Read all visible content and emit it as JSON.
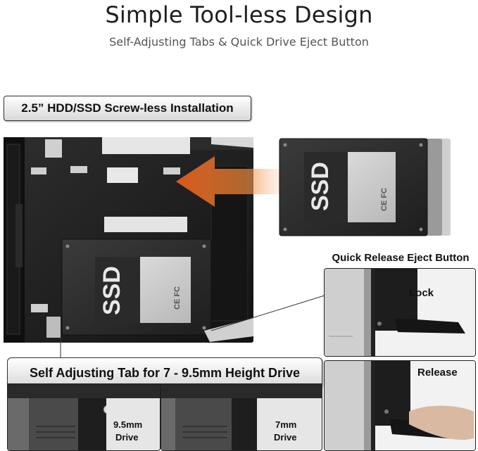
{
  "header": {
    "title": "Simple Tool-less Design",
    "subtitle": "Self-Adjusting Tabs & Quick Drive Eject Button"
  },
  "labels": {
    "install": "2.5” HDD/SSD Screw-less Installation",
    "adjust": "Self Adjusting Tab for 7 - 9.5mm Height Drive",
    "eject": "Quick Release Eject Button"
  },
  "drive": {
    "text": "SSD",
    "marks": "CE FC"
  },
  "eject_panels": {
    "lock": "Lock",
    "release": "Release"
  },
  "tab_panels": {
    "tall": {
      "line1": "9.5mm",
      "line2": "Drive"
    },
    "short": {
      "line1": "7mm",
      "line2": "Drive"
    }
  },
  "colors": {
    "arrow": "#e0641e",
    "tray": "#1c1c1c",
    "drive_label": "#c9c9c9"
  }
}
